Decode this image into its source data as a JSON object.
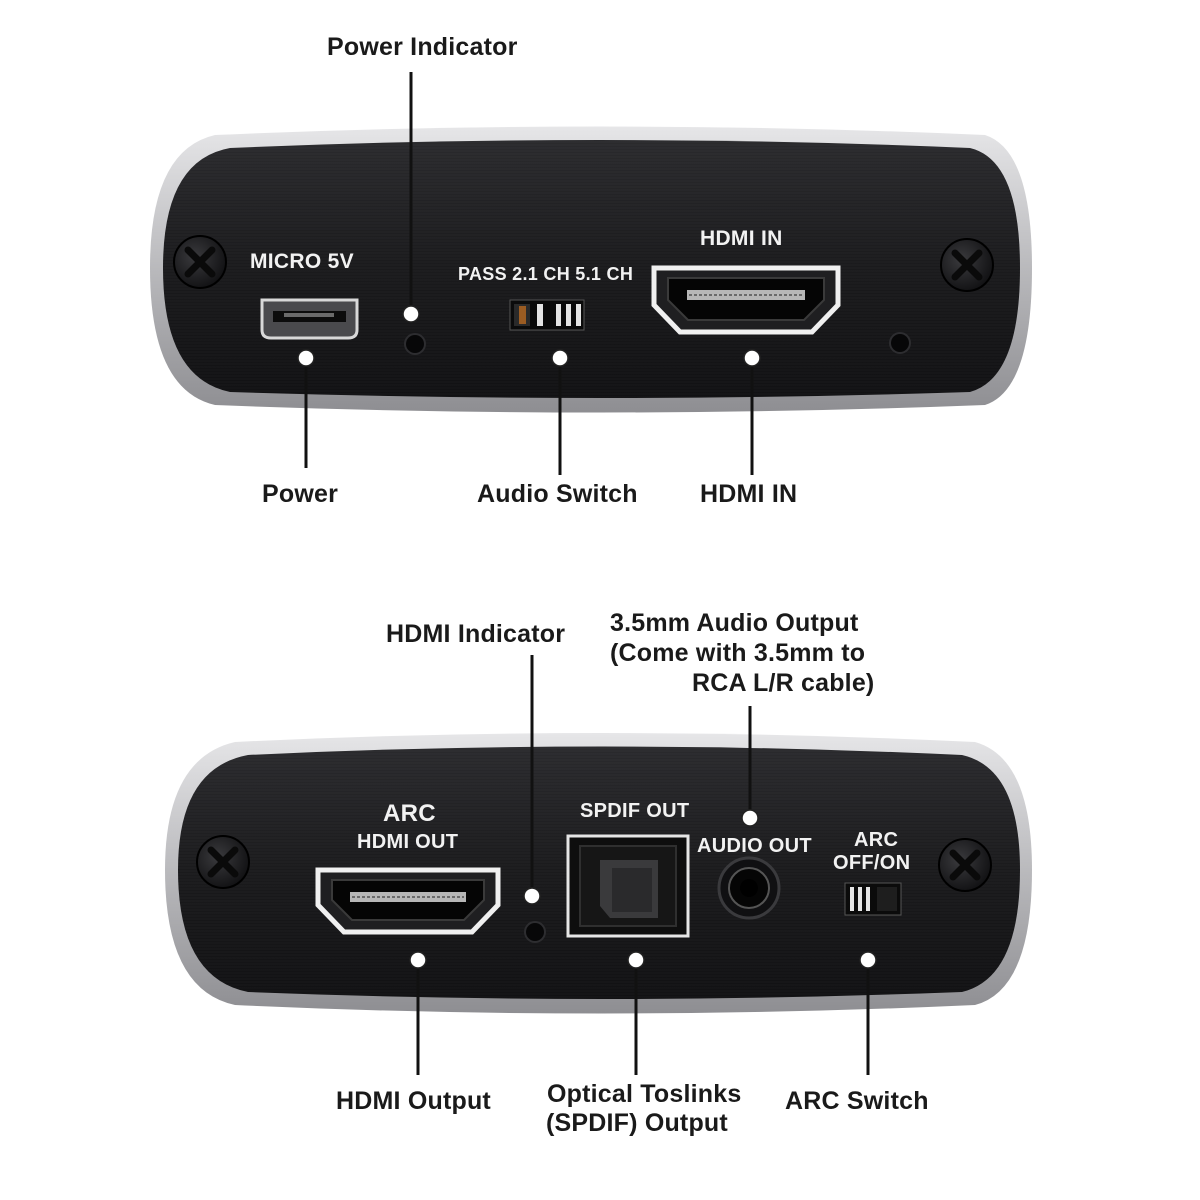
{
  "colors": {
    "body_shell": "#c9c9cb",
    "panel_face": "#1b1b1d",
    "leader_line": "#111111",
    "dot": "#ffffff",
    "label_text": "#1a1a1a",
    "panel_text": "#f2f2f2",
    "led_orange": "#d9781e"
  },
  "top_panel": {
    "callouts": {
      "power_indicator": "Power Indicator",
      "power": "Power",
      "audio_switch": "Audio Switch",
      "hdmi_in": "HDMI IN"
    },
    "printed": {
      "micro_5v": "MICRO 5V",
      "switch_positions": "PASS 2.1 CH 5.1 CH",
      "hdmi_in": "HDMI IN"
    }
  },
  "bottom_panel": {
    "callouts": {
      "hdmi_indicator": "HDMI Indicator",
      "audio_output_line1": "3.5mm Audio Output",
      "audio_output_line2": "(Come with 3.5mm to",
      "audio_output_line3": "RCA L/R cable)",
      "hdmi_output": "HDMI Output",
      "optical_line1": "Optical Toslinks",
      "optical_line2": "(SPDIF) Output",
      "arc_switch": "ARC Switch"
    },
    "printed": {
      "arc": "ARC",
      "hdmi_out": "HDMI OUT",
      "spdif_out": "SPDIF OUT",
      "audio_out": "AUDIO OUT",
      "arc_switch_line1": "ARC",
      "arc_switch_line2": "OFF/ON"
    }
  },
  "icons": [
    "screw-icon",
    "micro-usb-port-icon",
    "hdmi-port-icon",
    "toslink-port-icon",
    "audio-jack-icon",
    "slide-switch-icon",
    "led-icon"
  ]
}
